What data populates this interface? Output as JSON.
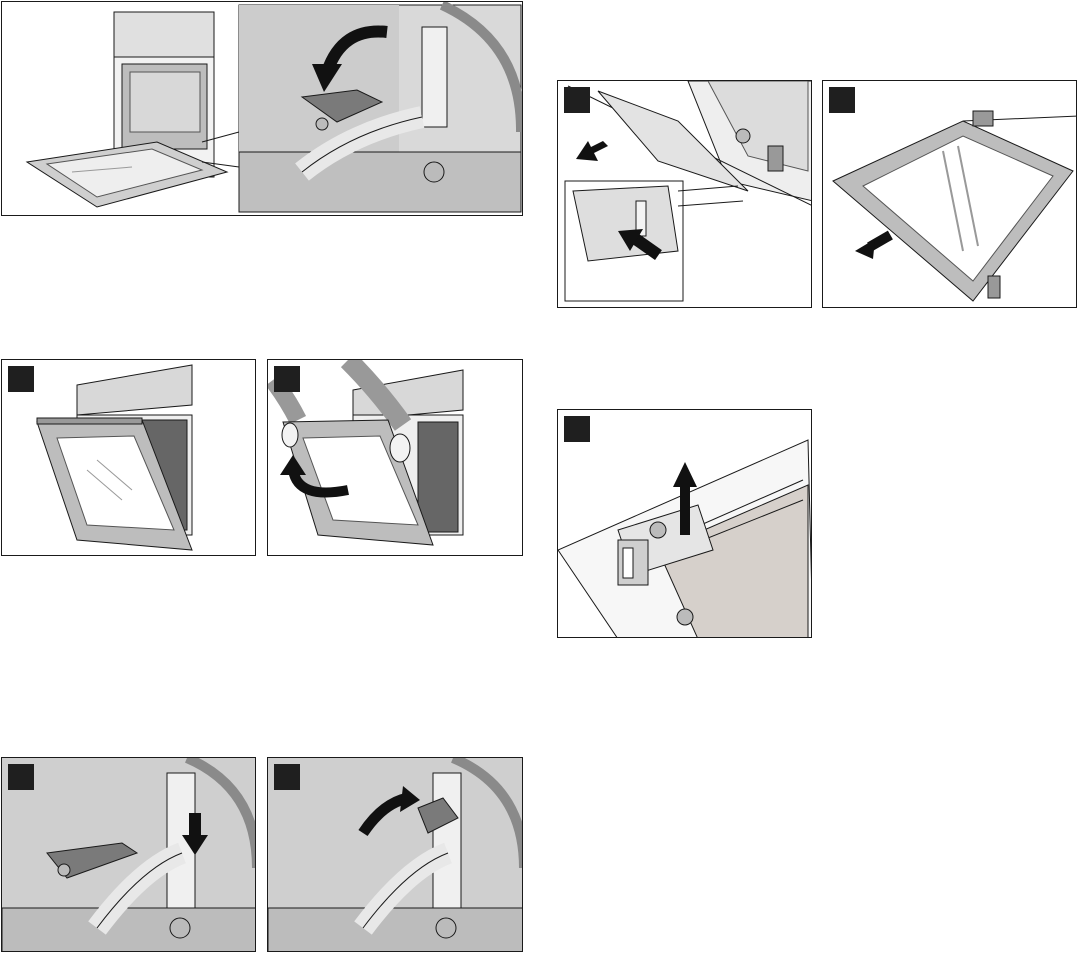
{
  "document": {
    "type": "oven door removal instructions (illustrations only)",
    "steps": [
      {
        "id": "hinge-lock-overview",
        "badge": ""
      },
      {
        "id": "door-tilted",
        "badge": ""
      },
      {
        "id": "door-lifted-out",
        "badge": ""
      },
      {
        "id": "hinge-lever-down",
        "badge": ""
      },
      {
        "id": "hinge-lever-up",
        "badge": ""
      },
      {
        "id": "door-cover-strip",
        "badge": ""
      },
      {
        "id": "inner-pane-removal",
        "badge": ""
      },
      {
        "id": "clip-lift-detail",
        "badge": ""
      }
    ]
  },
  "colors": {
    "line": "#1a1a1a",
    "fill_light": "#e8e8e8",
    "fill_mid": "#c8c8c8",
    "fill_dark": "#9a9a9a",
    "lever": "#7a7a7a",
    "badge": "#1f1f1f",
    "arrow": "#111111",
    "glass_brown": "#d6d0cb"
  }
}
